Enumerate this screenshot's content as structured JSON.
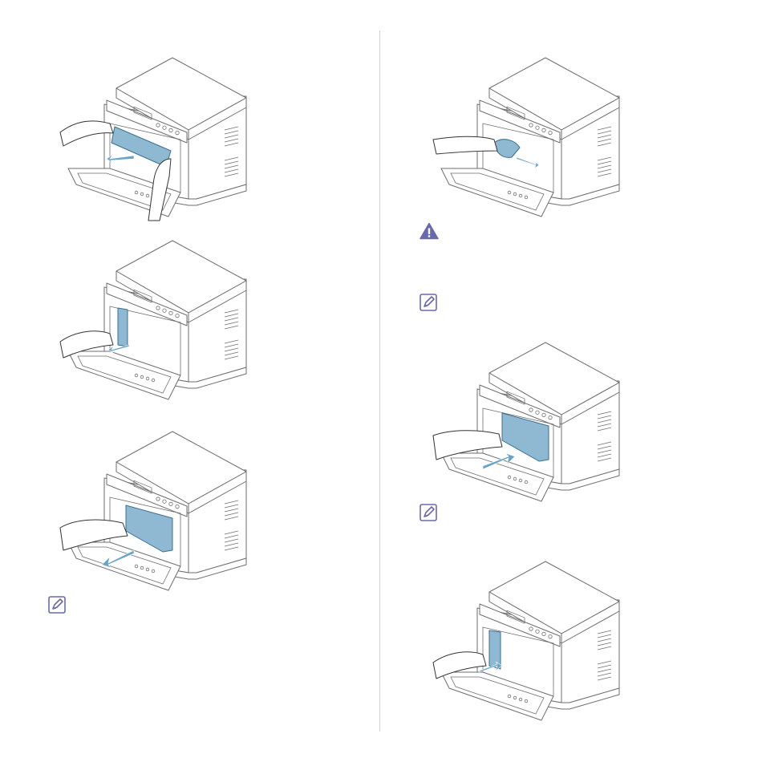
{
  "page": {
    "background": "#ffffff",
    "divider_color": "#cfcfcf"
  },
  "colors": {
    "line": "#6e6e6e",
    "part_fill": "#8fb9d3",
    "part_stroke": "#3d6f8e",
    "arrow": "#6aa3c6",
    "icon_accent": "#6a6aa8"
  },
  "steps": [
    {
      "id": "step-remove-transfer-belt",
      "icon": "printer-illustration"
    },
    {
      "id": "step-unlock-waste-container",
      "icon": "printer-illustration"
    },
    {
      "id": "step-pull-out-waste-container",
      "icon": "printer-illustration"
    },
    {
      "id": "step-wipe-inside",
      "icon": "printer-illustration"
    },
    {
      "id": "step-insert-waste-container",
      "icon": "printer-illustration"
    },
    {
      "id": "step-lock-waste-container",
      "icon": "printer-illustration"
    }
  ],
  "callouts": [
    {
      "type": "note",
      "icon": "note-icon"
    },
    {
      "type": "warning",
      "icon": "warning-icon"
    },
    {
      "type": "note",
      "icon": "note-icon"
    },
    {
      "type": "note",
      "icon": "note-icon"
    }
  ]
}
